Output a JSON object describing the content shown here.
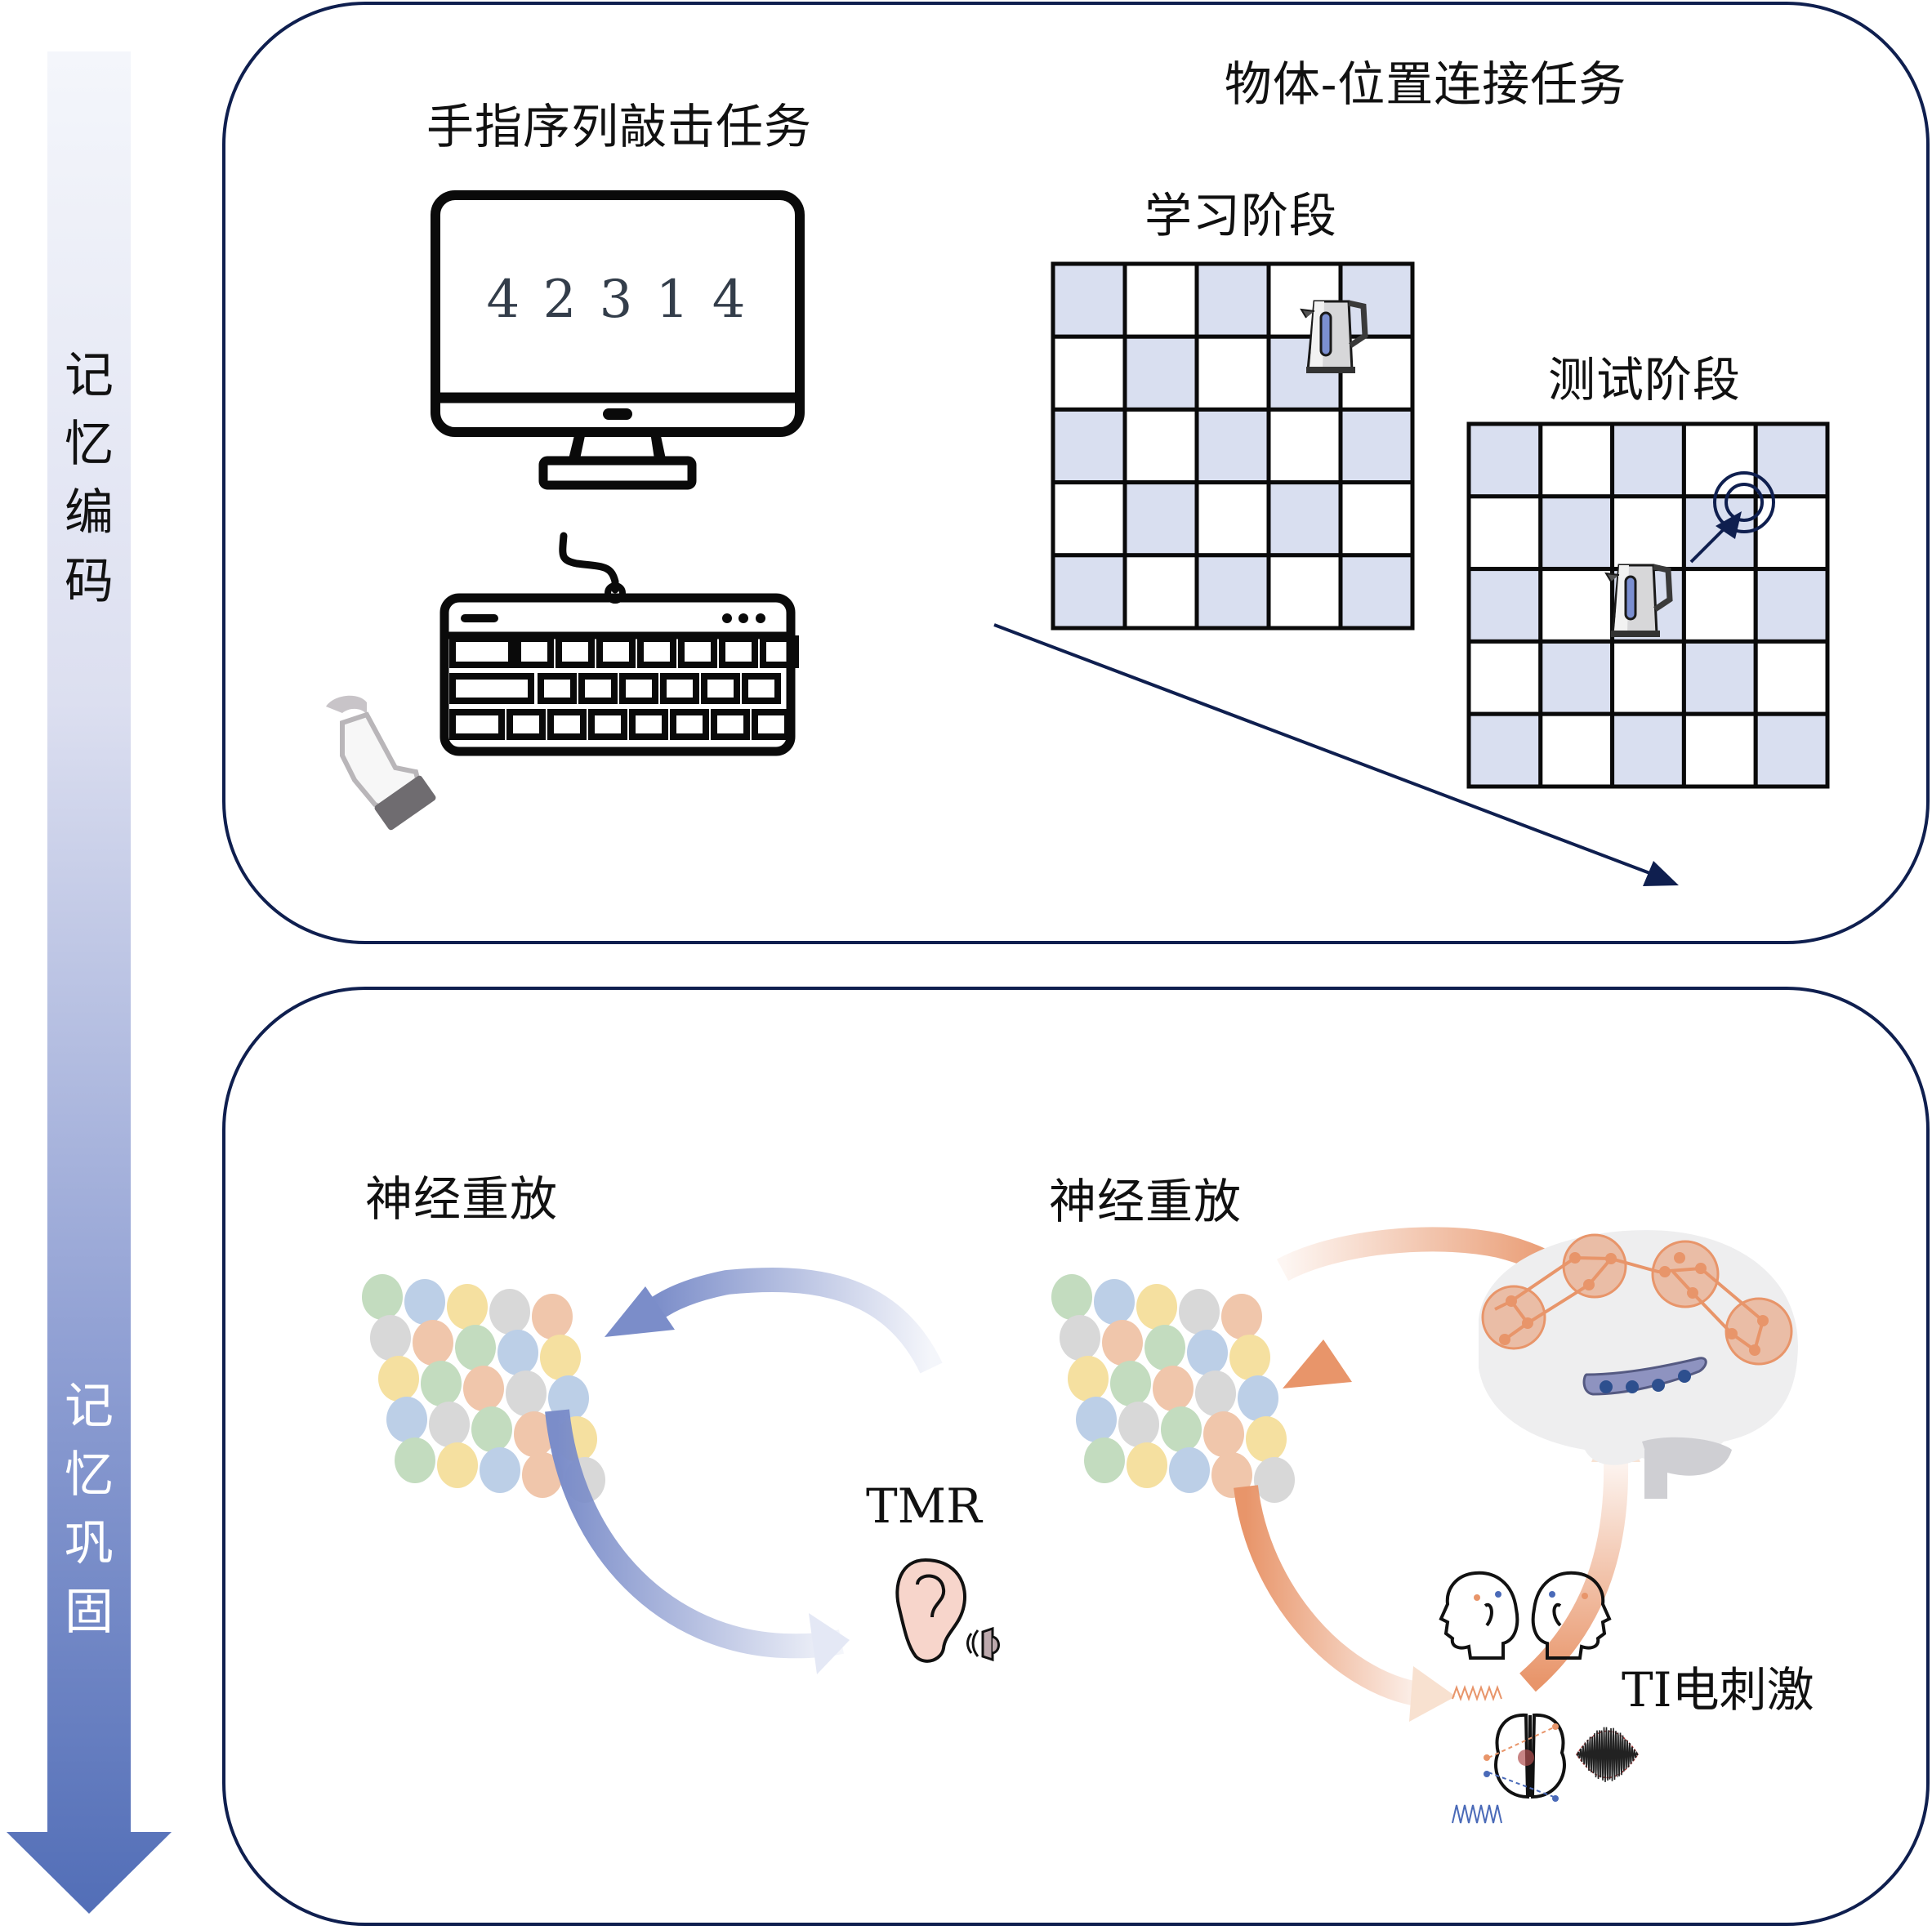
{
  "timeline": {
    "stage_encoding_label": [
      "记",
      "忆",
      "编",
      "码"
    ],
    "stage_consolidation_label": [
      "记",
      "忆",
      "巩",
      "固"
    ],
    "arrow_gradient": [
      "#f3f5fb",
      "#5570b8"
    ]
  },
  "encoding_panel": {
    "finger_task": {
      "title": "手指序列敲击任务",
      "screen_sequence": "4 2 3 1 4",
      "icons": [
        "monitor-icon",
        "keyboard-icon",
        "hand-pressing-icon"
      ]
    },
    "object_location_task": {
      "title": "物体-位置连接任务",
      "learning_phase": {
        "label": "学习阶段",
        "grid_rows": 5,
        "grid_cols": 5,
        "object": "kettle-icon"
      },
      "test_phase": {
        "label": "测试阶段",
        "grid_rows": 5,
        "grid_cols": 5,
        "object": "kettle-icon",
        "target_marker": "target-circle-icon"
      }
    }
  },
  "consolidation_panel": {
    "tmr": {
      "replay_label": "神经重放",
      "method_label": "TMR",
      "icon": "ear-sound-icon",
      "loop_color": "#7b8dc9"
    },
    "ti": {
      "replay_label": "神经重放",
      "method_label": "TI电刺激",
      "icons": [
        "brain-network-icon",
        "heads-electrodes-icon",
        "brain-ti-icon"
      ],
      "loop_color": "#e8956a"
    },
    "neuron_colors": [
      "#c3dcbf",
      "#bccfe7",
      "#f5e0a0",
      "#d8d8d8",
      "#f0c6ab"
    ]
  },
  "colors": {
    "panel_border": "#0f1f4f",
    "grid_fill": "#d9dff0",
    "text": "#111111",
    "screen_digits": "#333d4a"
  }
}
